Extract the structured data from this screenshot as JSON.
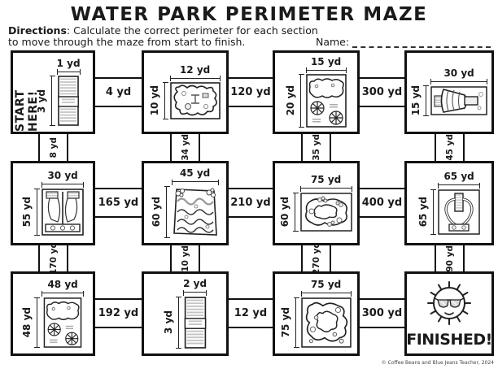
{
  "header": {
    "title": "WATER PARK PERIMETER MAZE",
    "directions_label": "Directions",
    "directions_line1": ": Calculate the correct perimeter for each section",
    "directions_line2": "to move through the maze from start to finish.",
    "name_label": "Name:"
  },
  "cells": [
    {
      "start_label": "START HERE!",
      "top_dim": "1 yd",
      "side_dim": "3 yd",
      "icon": "lounge-chair"
    },
    {
      "top_dim": "12 yd",
      "side_dim": "10 yd",
      "icon": "splash-pool"
    },
    {
      "top_dim": "15 yd",
      "side_dim": "20 yd",
      "icon": "pool-with-umbrellas"
    },
    {
      "top_dim": "30 yd",
      "side_dim": "15 yd",
      "icon": "tube-slide"
    },
    {
      "top_dim": "30 yd",
      "side_dim": "55 yd",
      "icon": "double-water-slide"
    },
    {
      "top_dim": "45 yd",
      "side_dim": "60 yd",
      "icon": "wave-pool"
    },
    {
      "top_dim": "75 yd",
      "side_dim": "60 yd",
      "icon": "lazy-river"
    },
    {
      "top_dim": "65 yd",
      "side_dim": "65 yd",
      "icon": "slide-tower"
    },
    {
      "top_dim": "48 yd",
      "side_dim": "48 yd",
      "icon": "pool-with-umbrellas"
    },
    {
      "top_dim": "2 yd",
      "side_dim": "3 yd",
      "icon": "lounge-chair"
    },
    {
      "top_dim": "75 yd",
      "side_dim": "75 yd",
      "icon": "lazy-river"
    },
    {
      "finished_label": "FINISHED!",
      "icon": "sun-with-sunglasses"
    }
  ],
  "connectors": {
    "horizontal": [
      "4 yd",
      "120 yd",
      "300 yd",
      "165 yd",
      "210 yd",
      "400 yd",
      "192 yd",
      "12 yd",
      "300 yd"
    ],
    "vertical": [
      "8 yd",
      "34 yd",
      "35 yd",
      "45 yd",
      "170 yd",
      "10 yd",
      "270 yd",
      "90 yd"
    ]
  },
  "footer": {
    "credit": "© Coffee Beans and Blue Jeans Teacher, 2024"
  },
  "colors": {
    "ink": "#1a1a1a",
    "paper": "#ffffff",
    "stripe_gray": "#c4c4c4"
  }
}
